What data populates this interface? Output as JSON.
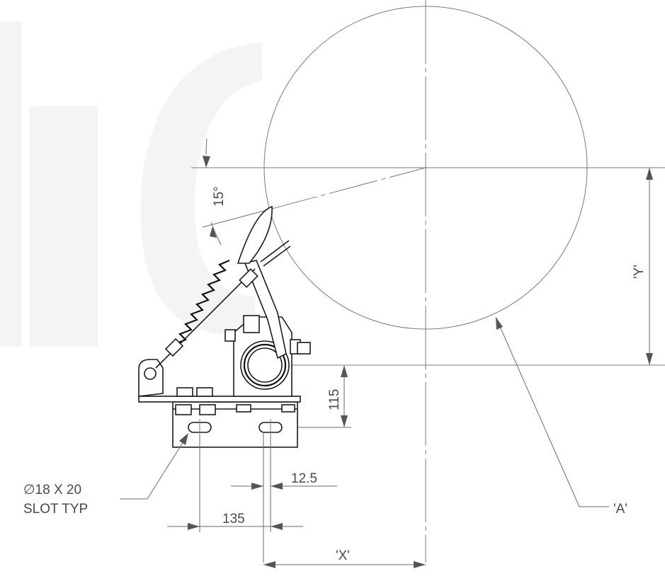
{
  "drawing": {
    "labels": {
      "angle": "15°",
      "y_dim": "'Y'",
      "height_dim": "115",
      "slot_line1": "∅18 X 20",
      "slot_line2": "SLOT TYP",
      "offset_dim": "12.5",
      "spacing_dim": "135",
      "x_dim": "'X'",
      "a_ref": "'A'"
    },
    "colors": {
      "line": "#1a1a1a",
      "dimension": "#6a6a6a",
      "watermark": "#f4f4f4"
    }
  }
}
